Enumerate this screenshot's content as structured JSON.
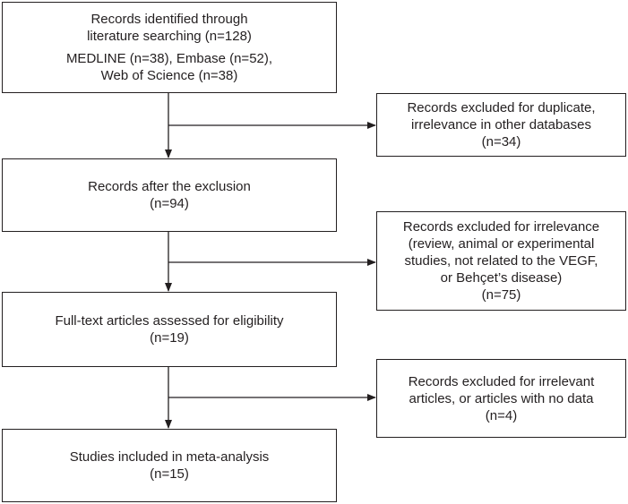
{
  "flow": {
    "identified": {
      "line1": "Records identified through",
      "line2": "literature searching (n=128)",
      "line3": "MEDLINE (n=38), Embase (n=52),",
      "line4": "Web of Science (n=38)"
    },
    "after_exclusion": {
      "line1": "Records after the exclusion",
      "line2": "(n=94)"
    },
    "full_text": {
      "line1": "Full-text articles assessed for eligibility",
      "line2": "(n=19)"
    },
    "included": {
      "line1": "Studies included in meta-analysis",
      "line2": "(n=15)"
    }
  },
  "excluded": {
    "duplicate": {
      "line1": "Records excluded for duplicate,",
      "line2": "irrelevance in other databases",
      "line3": "(n=34)"
    },
    "irrelevance": {
      "line1": "Records excluded for irrelevance",
      "line2": "(review, animal or experimental",
      "line3": "studies, not related to the VEGF,",
      "line4": "or Behçet’s disease)",
      "line5": "(n=75)"
    },
    "no_data": {
      "line1": "Records excluded for irrelevant",
      "line2": "articles, or articles with no data",
      "line3": "(n=4)"
    }
  }
}
